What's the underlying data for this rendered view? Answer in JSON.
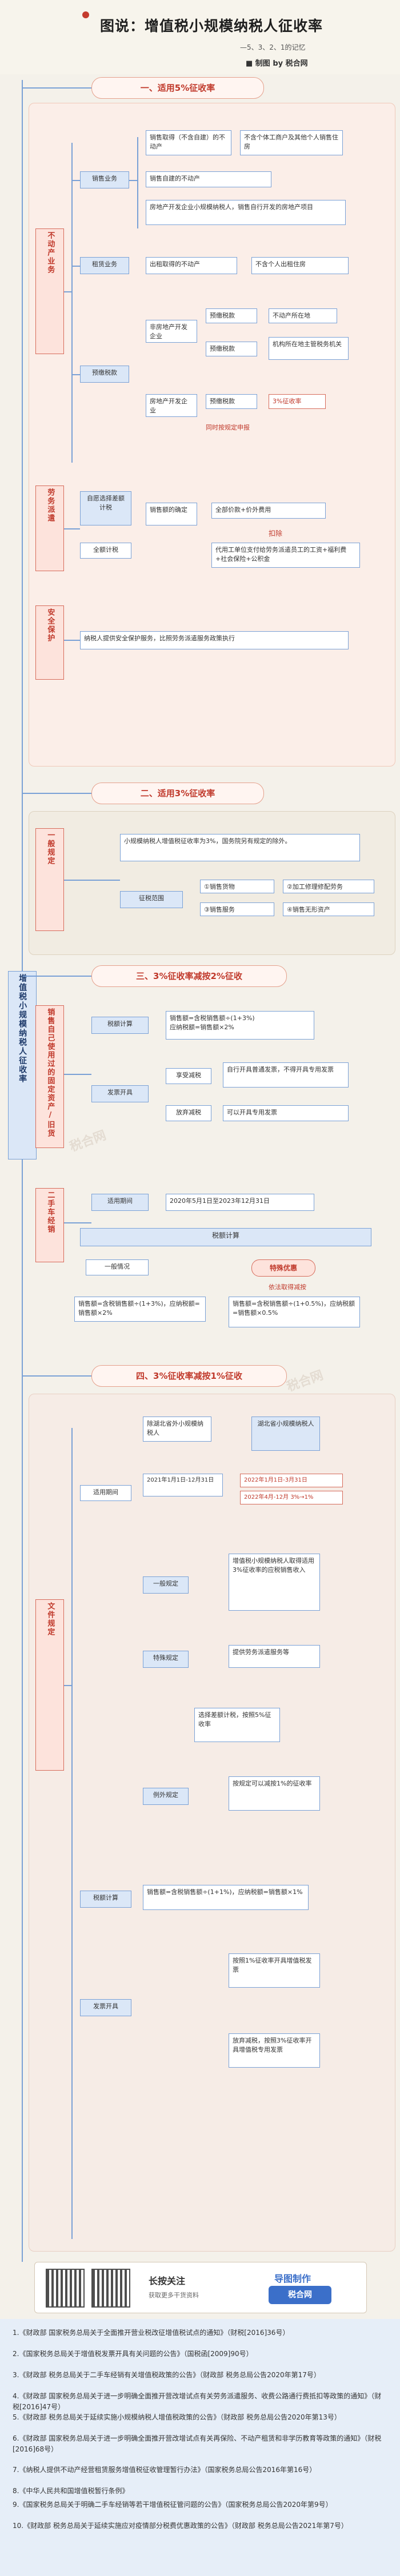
{
  "header": {
    "title": "图说：增值税小规模纳税人征收率",
    "subtitle": "—5、3、2、1的记忆",
    "byline": "■ 制图 by 税合网"
  },
  "sections": {
    "s1": "一、适用5%征收率",
    "s2": "二、适用3%征收率",
    "s3": "三、3%征收率减按2%征收",
    "s4": "四、3%征收率减按1%征收"
  },
  "main_vertical_label": "增值税小规模纳税人征收率",
  "s1": {
    "label_estate": "不动产业务",
    "label_labor": "劳务派遣",
    "label_security": "安全保护",
    "sale": "销售业务",
    "sale_items": [
      "销售取得（不含自建）的不动产",
      "不含个体工商户及其他个人销售住房",
      "销售自建的不动产",
      "房地产开发企业小规模纳税人，销售自行开发的房地产项目"
    ],
    "lease": "租赁业务",
    "lease_item": "出租取得的不动产",
    "lease_note": "不含个人出租住房",
    "prepay": "预缴税款",
    "prepay_items": [
      "非房地产开发企业",
      "预缴税款",
      "不动产所在地",
      "机构所在地主管税务机关",
      "预缴税款",
      "房地产开发企业",
      "预缴税款",
      "3%征收率"
    ],
    "prepay_note": "同时按规定申报",
    "labor_choice": "自愿选择差额计税",
    "labor_items": [
      "全额计税",
      "销售额的确定",
      "全部价款+价外费用",
      "扣除",
      "代用工单位支付给劳务派遣员工的工资+福利费+社会保险+公积金"
    ],
    "security_item": "纳税人提供安全保护服务，比照劳务派遣服务政策执行"
  },
  "s2": {
    "label": "一般规定",
    "text": "小规模纳税人增值税征收率为3%，国务院另有规定的除外。",
    "exceptions_label": "征税范围",
    "items": [
      "①销售货物",
      "②加工修理修配劳务",
      "③销售服务",
      "④销售无形资产"
    ]
  },
  "s3": {
    "label_used": "销售自己使用过的固定资产/旧货",
    "tax_formula_label": "税额计算",
    "formula1": "销售额=含税销售额÷(1+3%)",
    "formula2": "应纳税额=销售额×2%",
    "invoice_label": "发票开具",
    "opt1": "享受减税",
    "opt1_desc": "自行开具普通发票，不得开具专用发票",
    "opt2": "放弃减税",
    "opt2_desc": "可以开具专用发票",
    "used_car": "二手车经销",
    "period": "适用期间",
    "period_value": "2020年5月1日至2023年12月31日",
    "calc": "税额计算",
    "general": "一般情况",
    "special": "特殊优惠",
    "special_note": "依法取得减按",
    "calc_general": "销售额=含税销售额÷(1+3%)，应纳税额=销售额×2%",
    "calc_special": "销售额=含税销售额÷(1+0.5%)，应纳税额=销售额×0.5%"
  },
  "s4": {
    "label_policy": "文件规定",
    "hubei": "湖北省小规模纳税人",
    "exempt": "除湖北省外小规模纳税人",
    "period_label": "适用期间",
    "dates": [
      "2021年1月1日-12月31日",
      "2022年1月1日-3月31日",
      "2022年4月-12月 3%→1%"
    ],
    "general": "一般规定",
    "general_desc": "增值税小规模纳税人取得适用3%征收率的应税销售收入",
    "special": "特殊规定",
    "special_desc": "提供劳务派遣服务等",
    "special_sub": "选择差额计税，按照5%征收率",
    "exception": "例外规定",
    "exception_desc": "按规定可以减按1%的征收率",
    "formula_label": "税额计算",
    "formula": "销售额=含税销售额÷(1+1%)，应纳税额=销售额×1%",
    "invoice_label": "发票开具",
    "invoice_desc1": "按照1%征收率开具增值税发票",
    "invoice_desc2": "放弃减税，按照3%征收率开具增值税专用发票"
  },
  "footer": {
    "follow": "长按关注",
    "follow_sub": "获取更多干货资料",
    "brand": "导图制作",
    "brand_sub": "税合网"
  },
  "references": [
    "1.《财政部 国家税务总局关于全面推开营业税改征增值税试点的通知》（财税[2016]36号）",
    "2.《国家税务总局关于增值税发票开具有关问题的公告》（国税函[2009]90号）",
    "3.《财政部 税务总局关于二手车经销有关增值税政策的公告》（财政部 税务总局公告2020年第17号）",
    "4.《财政部 国家税务总局关于进一步明确全面推开营改增试点有关劳务派遣服务、收费公路通行费抵扣等政策的通知》（财税[2016]47号）",
    "5.《财政部 税务总局关于延续实施小规模纳税人增值税政策的公告》（财政部 税务总局公告2020年第13号）",
    "6.《财政部 国家税务总局关于进一步明确全面推开营改增试点有关再保险、不动产租赁和非学历教育等政策的通知》（财税[2016]68号）",
    "7.《纳税人提供不动产经营租赁服务增值税征收管理暂行办法》（国家税务总局公告2016年第16号）",
    "8.《中华人民共和国增值税暂行条例》",
    "9.《国家税务总局关于明确二手车经销等若干增值税征管问题的公告》（国家税务总局公告2020年第9号）",
    "10.《财政部 税务总局关于延续实施应对疫情部分税费优惠政策的公告》（财政部 税务总局公告2021年第7号）"
  ],
  "colors": {
    "accent": "#c0392b",
    "box_border": "#7aa1d6",
    "box_fill": "#dbe7f7",
    "zone_s1": "#f7d9cc",
    "zone_s2": "#f1ece2",
    "zone_s4": "#f0e0d6"
  }
}
